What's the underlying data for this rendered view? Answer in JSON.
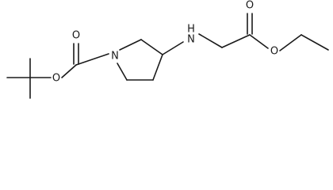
{
  "molecule": {
    "atoms": [
      {
        "id": "boc_o_double",
        "label": "O"
      },
      {
        "id": "boc_o_single",
        "label": "O"
      },
      {
        "id": "ring_n",
        "label": "N"
      },
      {
        "id": "amine_nh",
        "label": "H"
      },
      {
        "id": "amine_n",
        "label": "N"
      },
      {
        "id": "ester_o_double",
        "label": "O"
      },
      {
        "id": "ester_o_single",
        "label": "O"
      }
    ]
  }
}
